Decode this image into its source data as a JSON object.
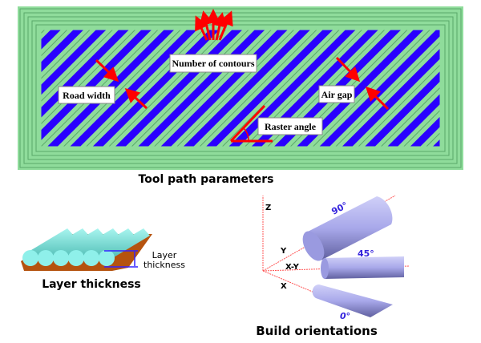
{
  "toolpath": {
    "caption": "Tool path parameters",
    "labels": {
      "contours": "Number of contours",
      "road_width": "Road width",
      "air_gap": "Air gap",
      "raster_angle": "Raster angle"
    },
    "colors": {
      "road": "#8fdc9b",
      "gap": "#2a00ff",
      "arrow": "#ff0000"
    }
  },
  "layer": {
    "caption": "Layer thickness",
    "annotation_line1": "Layer",
    "annotation_line2": "thickness",
    "colors": {
      "road": "#7fe8e0",
      "base": "#b5530f"
    }
  },
  "build": {
    "caption": "Build orientations",
    "axes": {
      "z": "Z",
      "y": "Y",
      "xy": "X-Y",
      "x": "X"
    },
    "angles": {
      "a90": "90°",
      "a45": "45°",
      "a0": "0°"
    },
    "colors": {
      "cylinder": "#a8a8ea",
      "axis": "#ff5555",
      "angle_text": "#3322dd"
    }
  }
}
